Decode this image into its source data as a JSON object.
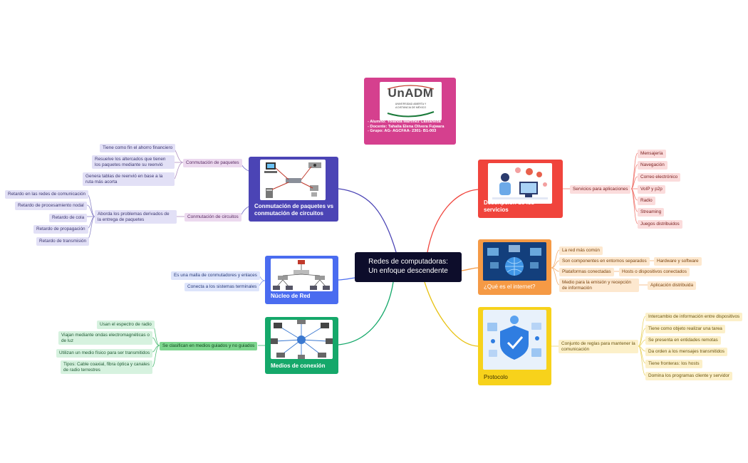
{
  "central": {
    "line1": "Redes de computadoras:",
    "line2": "Un enfoque descendente"
  },
  "header_card": {
    "logo_text": "UnADM",
    "logo_sub1": "UNIVERSIDAD ABIERTA Y",
    "logo_sub2": "A DISTANCIA DE MÉXICO",
    "alumno": "- Alumno: Yolanda Martínez Castañeda",
    "docente": "- Docente: Tahalia Elena Olivera Fujwara",
    "grupo": "- Grupo: AG- AGCFAA- 2301- B1-003"
  },
  "topics": {
    "conmutacion": {
      "title": "Conmutación de paquetes vs conmutación de circuitos"
    },
    "nucleo": {
      "title": "Núcleo de Red"
    },
    "medios": {
      "title": "Medios de conexión"
    },
    "servicios": {
      "title": "Descripción de los servicios"
    },
    "internet": {
      "title": "¿Qué es el internet?"
    },
    "protocolo": {
      "title": "Protocolo"
    }
  },
  "conmutacion": {
    "paquetes_label": "Conmutación de paquetes",
    "paquetes_items": [
      "Tiene como fin el ahorro financiero",
      "Resuelve los altercados que tienen los paquetes mediante su reenvió",
      "Genera tablas de reenvió en base a la ruta más acorta"
    ],
    "circuitos_label": "Conmutación de circuitos",
    "circuitos_sub": "Aborda los problemas derivados de la entrega de paquetes",
    "circuitos_items": [
      "Retardo en las redes de comunicación",
      "Retardo de procesamiento nodal",
      "Retardo de cola",
      "Retardo de propagación",
      "Retardo de transmisión"
    ]
  },
  "nucleo": {
    "items": [
      "Es una malla de conmutadores y enlaces",
      "Conecta a los sistemas terminales"
    ]
  },
  "medios": {
    "hub": "Se clasifican en medios guiados y no guiados",
    "items": [
      "Usan el espectro de radio",
      "Viajan mediante ondas electromagnéticas o de luz",
      "Utilizan un medio físico para ser transmitidos",
      "Tipos: Cable coaxial, fibra óptica y canales de radio terrestres"
    ]
  },
  "servicios": {
    "hub": "Servicios para aplicaciones",
    "items": [
      "Mensajería",
      "Navegación",
      "Correo electrónico",
      "VoIP y p2p",
      "Radio",
      "Streaming",
      "Juegos distribuidos"
    ]
  },
  "internet": {
    "items": [
      {
        "text": "La red más común",
        "child": ""
      },
      {
        "text": "Son componentes en entornos separados",
        "child": "Hardware y software"
      },
      {
        "text": "Plataformas conectadas",
        "child": "Hosts o dispositivos conectados"
      },
      {
        "text": "Medio para la emisión y recepción de información",
        "child": "Aplicación distribuida"
      }
    ]
  },
  "protocolo": {
    "hub": "Conjunto de reglas para mantener la comunicación",
    "items": [
      "Intercambio de información entre dispositivos",
      "Tiene como objeto  realizar una tarea",
      "Se presenta en entidades remotas",
      "Da orden a los mensajes transmitidos",
      "Tiene fronteras: los hosts",
      "Domina los programas cliente y servidor"
    ]
  },
  "colors": {
    "central": "#0d0d2b",
    "conmutacion": "#4b44b5",
    "nucleo": "#4a6cf0",
    "medios": "#15a86a",
    "servicios": "#f0443c",
    "internet": "#f59a45",
    "protocolo": "#f7d21b",
    "unadm": "#d5408e"
  }
}
